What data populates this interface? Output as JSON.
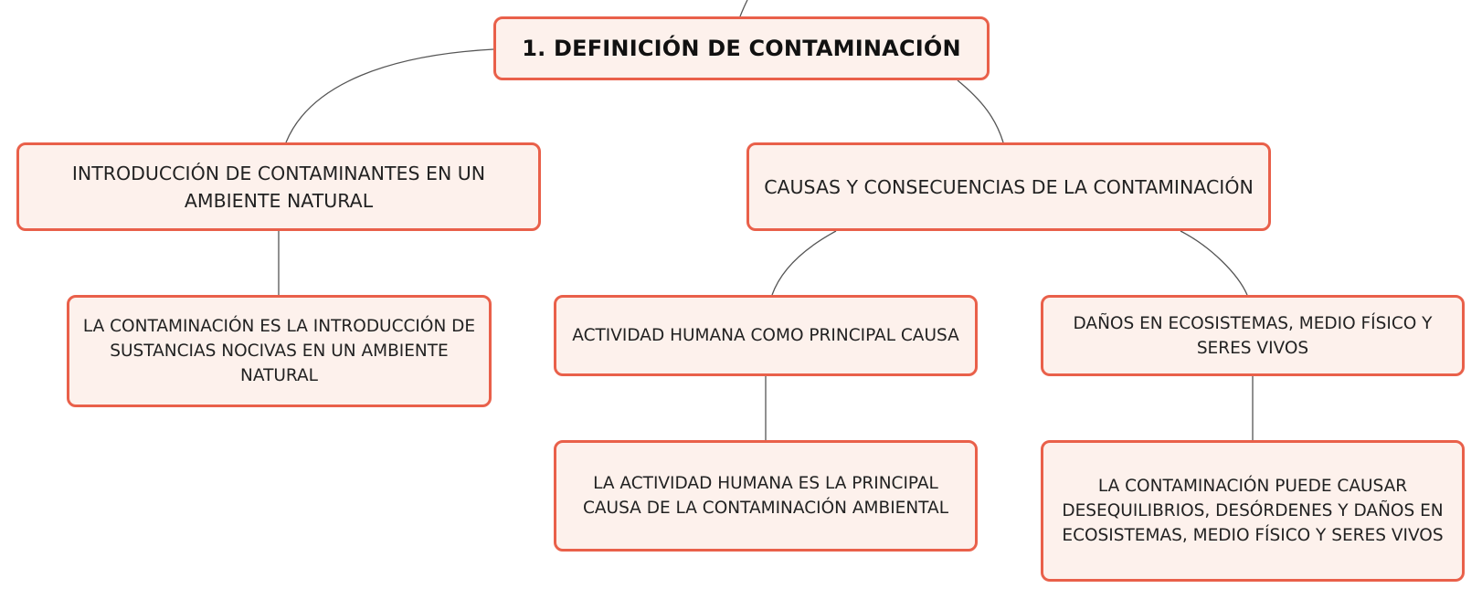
{
  "diagram": {
    "root": {
      "label": "1. DEFINICIÓN DE CONTAMINACIÓN"
    },
    "branches": [
      {
        "label": "INTRODUCCIÓN DE CONTAMINANTES EN UN AMBIENTE NATURAL",
        "children": [
          {
            "label": "LA CONTAMINACIÓN ES LA INTRODUCCIÓN DE SUSTANCIAS NOCIVAS EN UN AMBIENTE NATURAL"
          }
        ]
      },
      {
        "label": "CAUSAS Y CONSECUENCIAS DE LA CONTAMINACIÓN",
        "children": [
          {
            "label": "ACTIVIDAD HUMANA COMO PRINCIPAL CAUSA",
            "children": [
              {
                "label": "LA ACTIVIDAD HUMANA ES LA PRINCIPAL CAUSA DE LA CONTAMINACIÓN AMBIENTAL"
              }
            ]
          },
          {
            "label": "DAÑOS EN ECOSISTEMAS, MEDIO FÍSICO Y SERES VIVOS",
            "children": [
              {
                "label": "LA CONTAMINACIÓN PUEDE CAUSAR DESEQUILIBRIOS, DESÓRDENES Y DAÑOS EN ECOSISTEMAS, MEDIO FÍSICO Y SERES VIVOS"
              }
            ]
          }
        ]
      }
    ]
  },
  "colors": {
    "node_border": "#e9604a",
    "node_fill": "#fdf1ec",
    "connector": "#555555",
    "text": "#222222"
  }
}
